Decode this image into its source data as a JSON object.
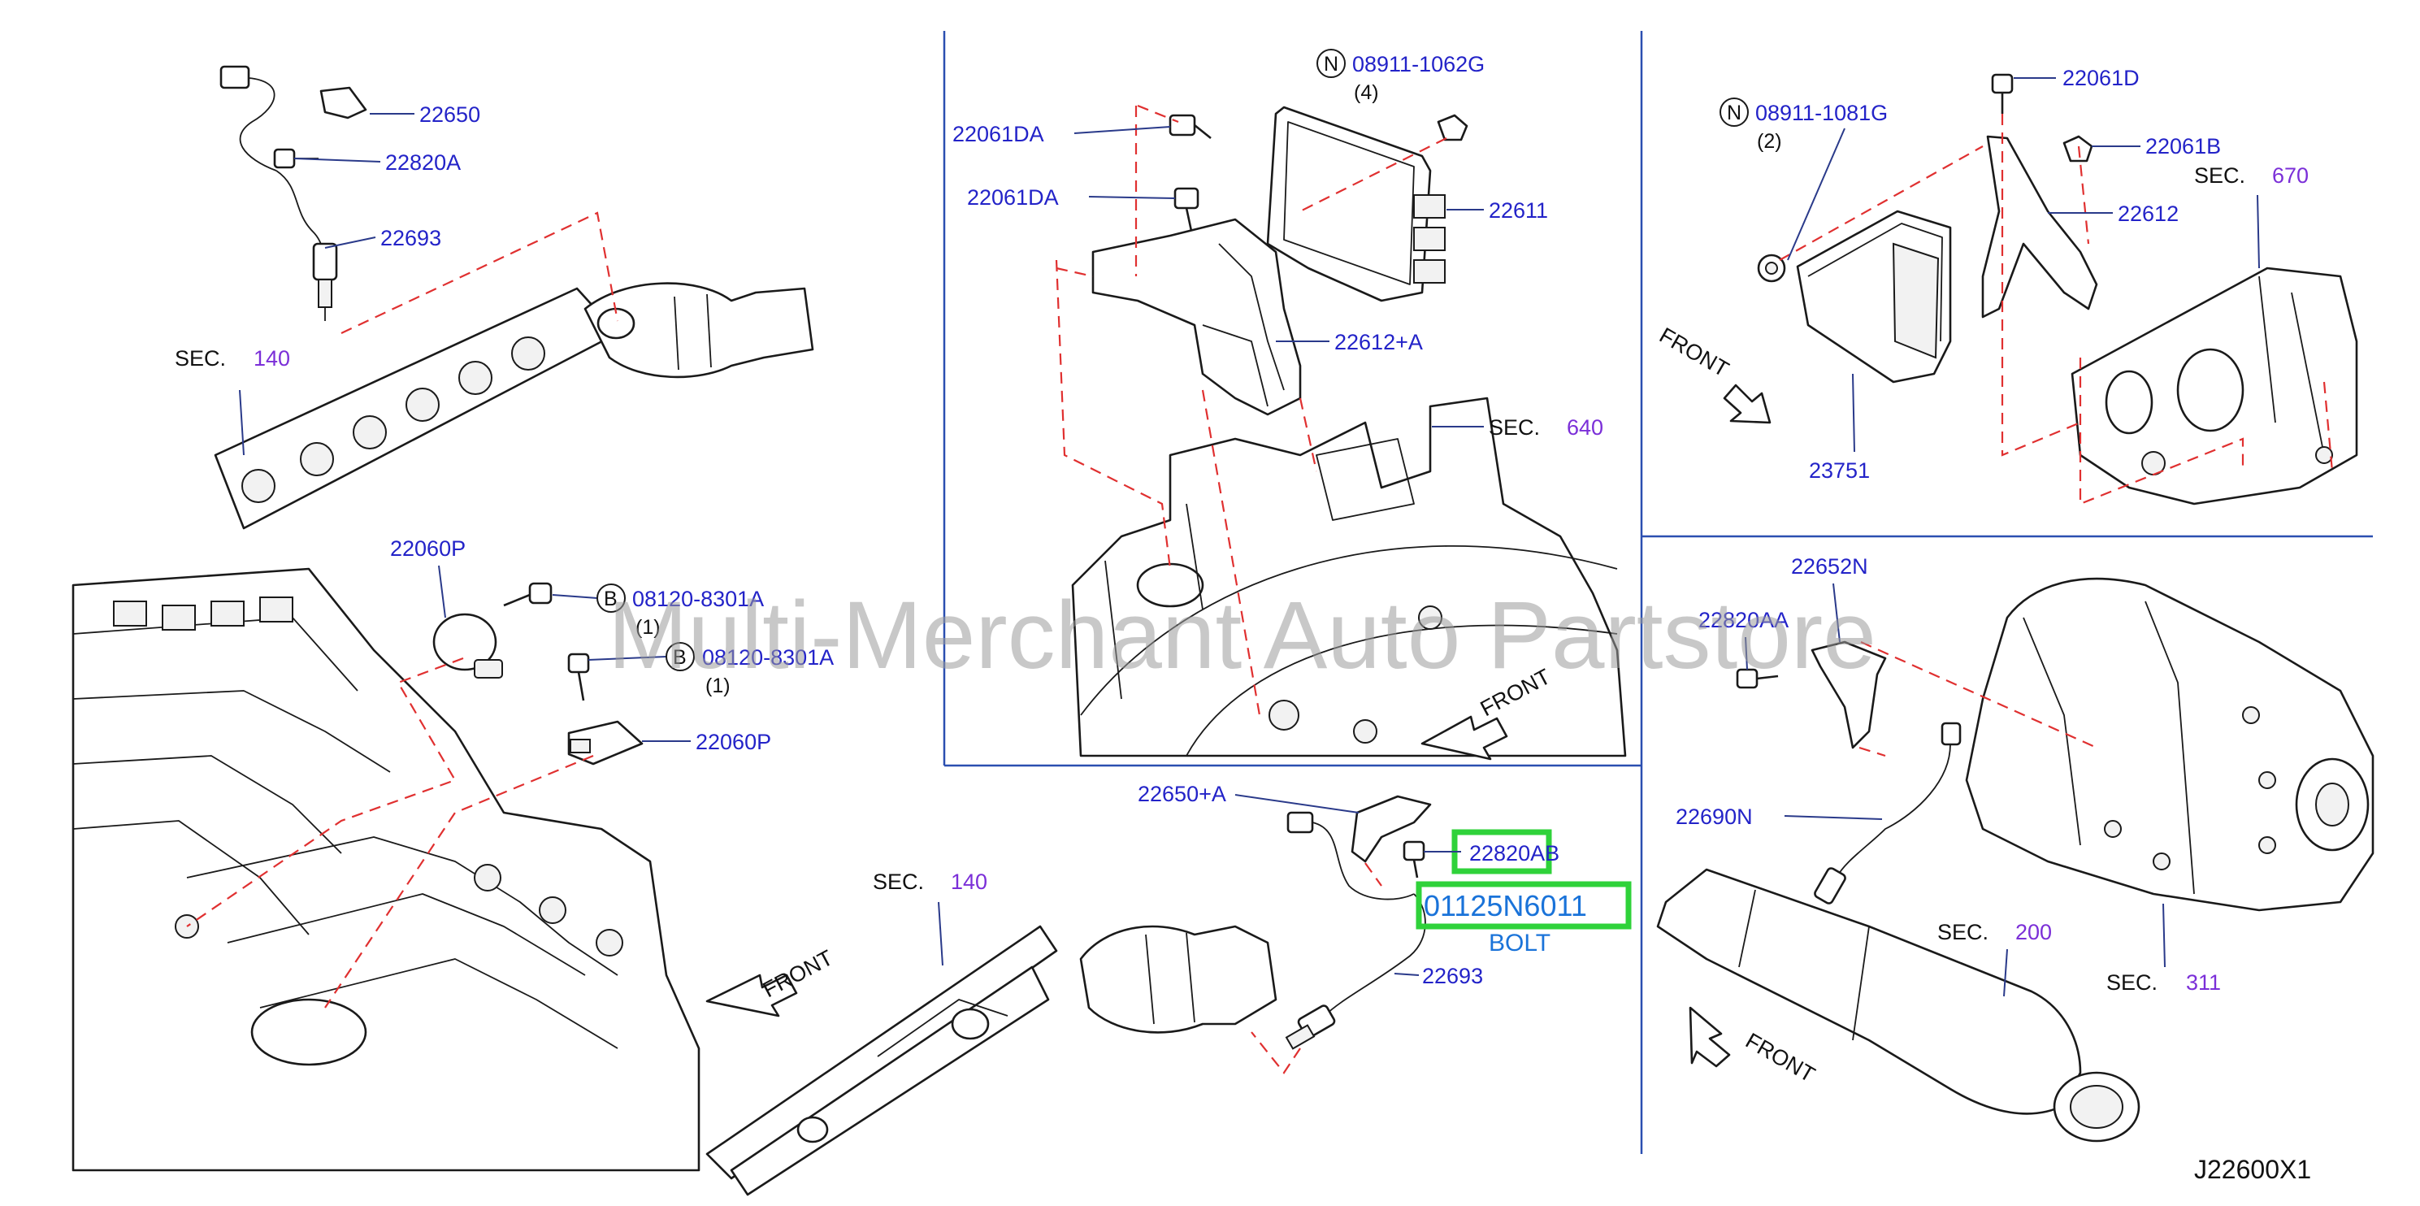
{
  "diagram_id": "J22600X1",
  "watermark": "Multi-Merchant Auto Partstore",
  "highlight": {
    "part": "22820AB",
    "part_number": "01125N6011",
    "part_desc": "BOLT"
  },
  "labels": {
    "p22650": "22650",
    "p22820A": "22820A",
    "p22693_top": "22693",
    "p22060P_top": "22060P",
    "p08120_1": "08120-8301A",
    "p08120_2": "08120-8301A",
    "qty_1": "(1)",
    "qty_2": "(1)",
    "p22060P_bottom": "22060P",
    "p08911_1062G": "08911-1062G",
    "qty_4": "(4)",
    "p22061DA_1": "22061DA",
    "p22061DA_2": "22061DA",
    "p22611": "22611",
    "p22612A": "22612+A",
    "p22650A": "22650+A",
    "p22693_bottom": "22693",
    "p08911_1081G": "08911-1081G",
    "qty_2b": "(2)",
    "p22061D": "22061D",
    "p22061B": "22061B",
    "p22612": "22612",
    "p23751": "23751",
    "p22652N": "22652N",
    "p22820AA": "22820AA",
    "p22690N": "22690N"
  },
  "badges": {
    "N": "N",
    "B": "B"
  },
  "sections": [
    {
      "text": "SEC.",
      "num": "140"
    },
    {
      "text": "SEC.",
      "num": "640"
    },
    {
      "text": "SEC.",
      "num": "670"
    },
    {
      "text": "SEC.",
      "num": "140"
    },
    {
      "text": "SEC.",
      "num": "200"
    },
    {
      "text": "SEC.",
      "num": "311"
    }
  ],
  "front": "FRONT",
  "colors": {
    "part_label": "#2323c8",
    "section_number": "#7b2fd8",
    "highlight_box": "#2fd23a",
    "highlight_text": "#1a73d9",
    "dashed_lines": "#e03030",
    "panel_divider": "#2b4fb0"
  }
}
